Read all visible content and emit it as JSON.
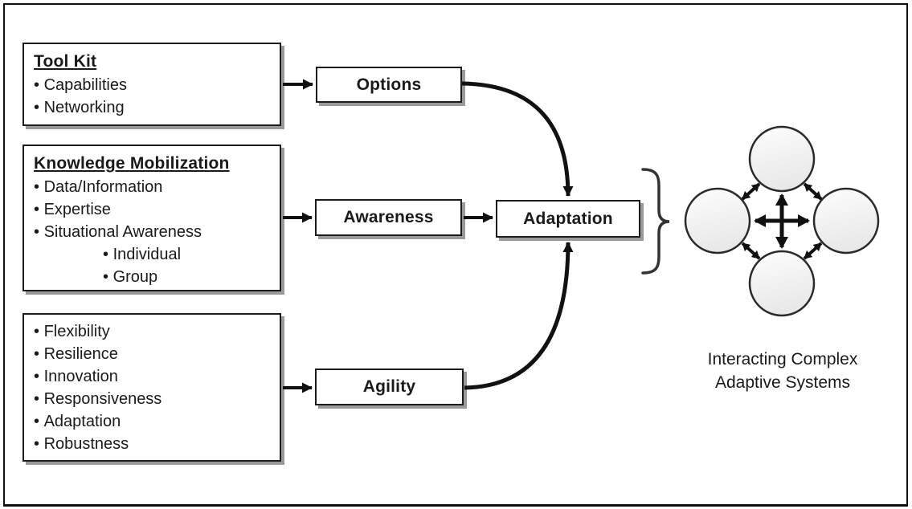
{
  "colors": {
    "ink": "#1a1a1a",
    "box_border": "#1c1c1c",
    "box_shadow": "#9a9a9a",
    "circle_fill_top": "#fdfdfd",
    "circle_fill_bottom": "#e8e8e8"
  },
  "left_boxes": [
    {
      "title": "Tool Kit",
      "items": [
        "Capabilities",
        "Networking"
      ]
    },
    {
      "title": "Knowledge Mobilization",
      "items": [
        "Data/Information",
        "Expertise",
        "Situational Awareness"
      ],
      "sub_items": [
        "Individual",
        "Group"
      ]
    },
    {
      "items": [
        "Flexibility",
        "Resilience",
        "Innovation",
        "Responsiveness",
        "Adaptation",
        "Robustness"
      ]
    }
  ],
  "process_boxes": {
    "options": "Options",
    "awareness": "Awareness",
    "agility": "Agility",
    "adaptation": "Adaptation"
  },
  "caption": {
    "line1": "Interacting Complex",
    "line2": "Adaptive Systems"
  }
}
